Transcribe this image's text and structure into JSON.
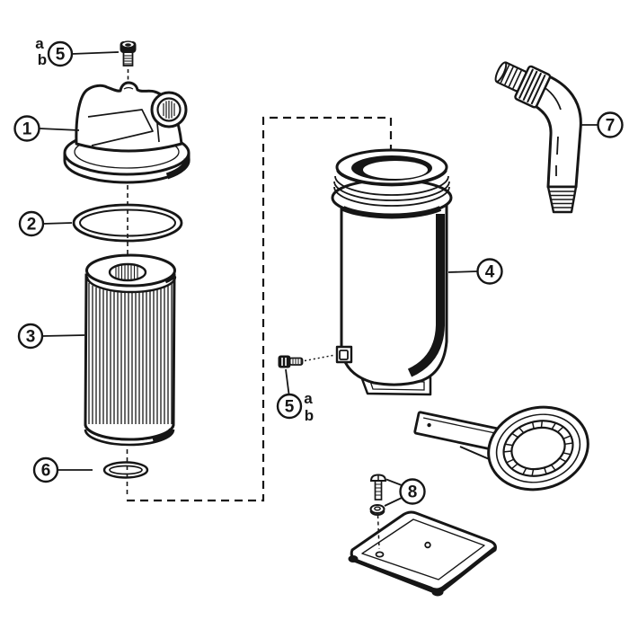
{
  "colors": {
    "line": "#161616",
    "background": "#ffffff"
  },
  "diagram": {
    "type": "exploded-parts-diagram",
    "callouts": {
      "n1": "1",
      "n2": "2",
      "n3": "3",
      "n4": "4",
      "n5": "5",
      "n6": "6",
      "n7": "7",
      "n8": "8",
      "letter_a": "a",
      "letter_b": "b"
    }
  }
}
